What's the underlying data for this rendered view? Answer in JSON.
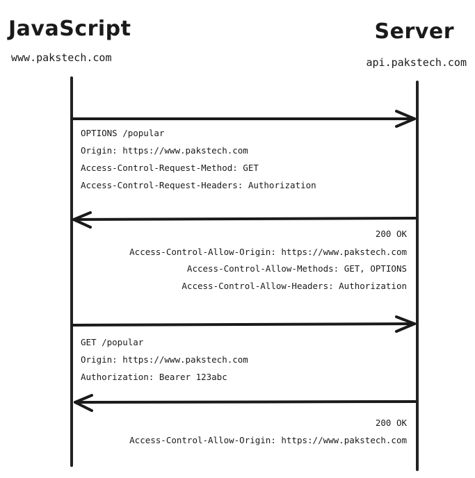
{
  "participants": {
    "client": {
      "name": "JavaScript",
      "domain": "www.pakstech.com"
    },
    "server": {
      "name": "Server",
      "domain": "api.pakstech.com"
    }
  },
  "messages": [
    {
      "direction": "request",
      "lines": [
        "OPTIONS /popular",
        "Origin: https://www.pakstech.com",
        "Access-Control-Request-Method: GET",
        "Access-Control-Request-Headers: Authorization"
      ]
    },
    {
      "direction": "response",
      "lines": [
        "200 OK",
        "Access-Control-Allow-Origin: https://www.pakstech.com",
        "Access-Control-Allow-Methods: GET, OPTIONS",
        "Access-Control-Allow-Headers: Authorization"
      ]
    },
    {
      "direction": "request",
      "lines": [
        "GET /popular",
        "Origin: https://www.pakstech.com",
        "Authorization: Bearer 123abc"
      ]
    },
    {
      "direction": "response",
      "lines": [
        "200 OK",
        "Access-Control-Allow-Origin: https://www.pakstech.com"
      ]
    }
  ],
  "colors": {
    "ink": "#1a1a1a",
    "background": "#ffffff"
  }
}
